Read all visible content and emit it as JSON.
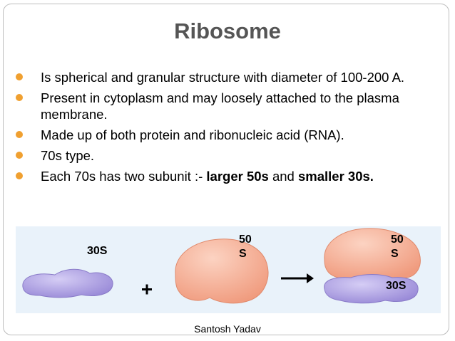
{
  "slide": {
    "title": "Ribosome",
    "bullets": [
      {
        "text": "Is spherical and granular structure with diameter of 100-200 A."
      },
      {
        "text": "Present in cytoplasm and may loosely attached to the plasma membrane."
      },
      {
        "text": "Made up of both protein and ribonucleic acid (RNA)."
      },
      {
        "text": "70s type."
      },
      {
        "pre": "Each 70s has two subunit :- ",
        "bold1": "larger 50s",
        "mid": " and ",
        "bold2": "smaller 30s."
      }
    ],
    "footer": "Santosh Yadav"
  },
  "diagram": {
    "small_subunit_label": "30S",
    "large_subunit_label_top": "50",
    "large_subunit_label_bottom": "S",
    "plus_symbol": "+",
    "assembled_large_label_top": "50",
    "assembled_large_label_bottom": "S",
    "assembled_small_label": "30S"
  },
  "colors": {
    "bullet": "#f0a030",
    "small_subunit_fill": "#a79be0",
    "large_subunit_fill": "#f5a98f",
    "background_panel": "#e9f2fa"
  }
}
